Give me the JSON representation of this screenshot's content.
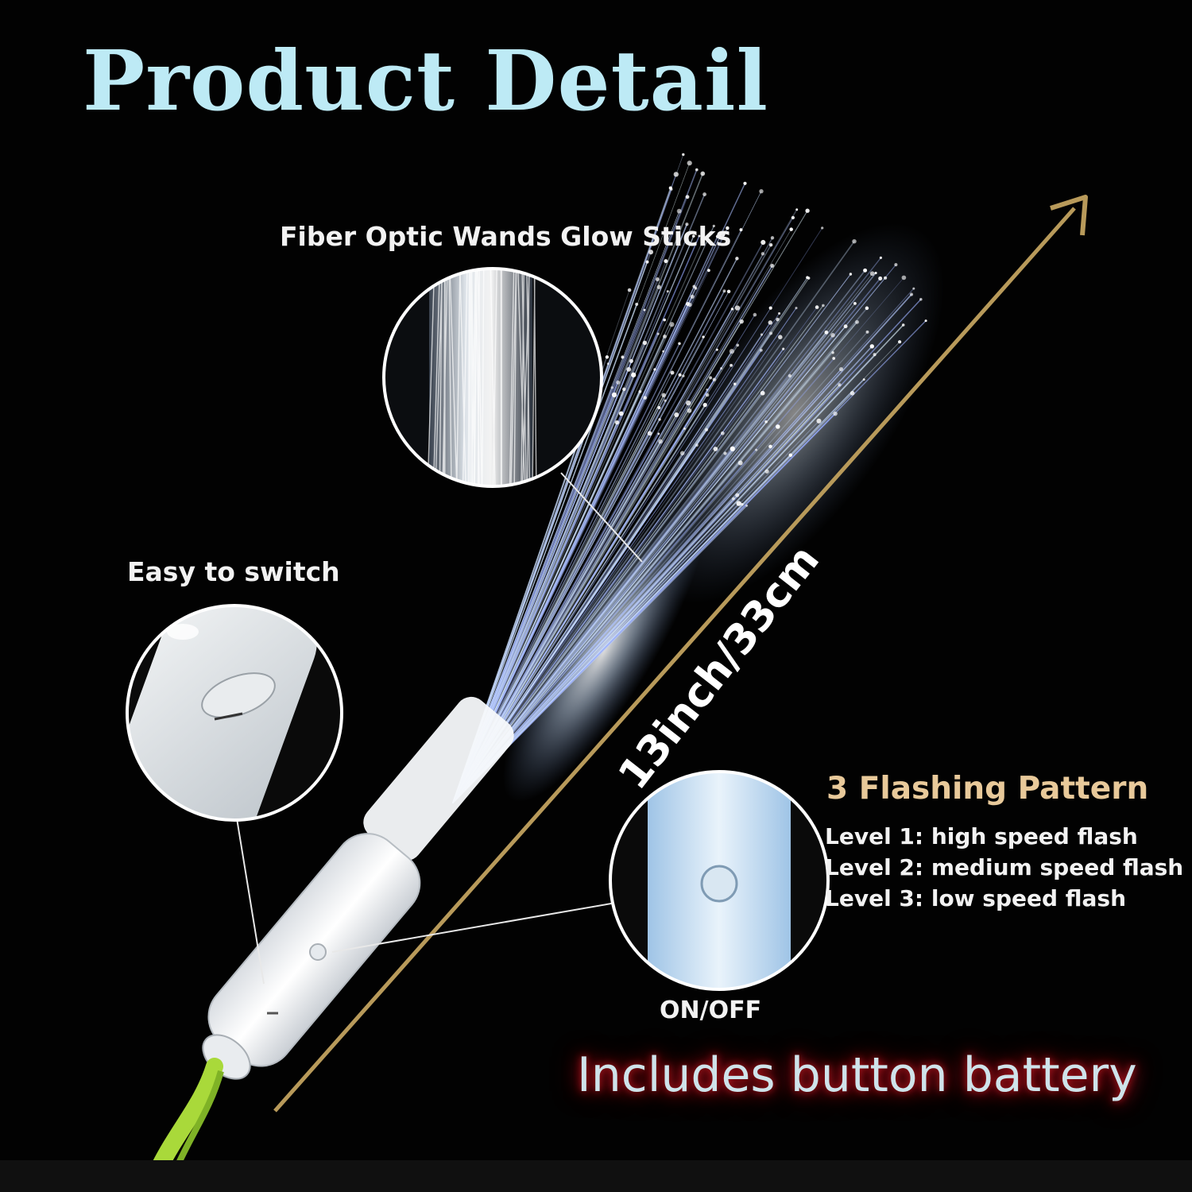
{
  "title": "Product Detail",
  "callouts": {
    "fiber": "Fiber Optic Wands Glow Sticks",
    "switch": "Easy to switch",
    "on_off": "ON/OFF"
  },
  "length_label": "13inch/33cm",
  "flashing": {
    "title": "3 Flashing Pattern",
    "levels": [
      "Level 1: high speed flash",
      "Level 2: medium speed flash",
      "Level 3: low speed flash"
    ]
  },
  "battery_note": "Includes button battery",
  "colors": {
    "background": "#020202",
    "title": "#bdeaf5",
    "flash_title": "#e8c99a",
    "arrow": "#b89a5a",
    "battery_glow": "#c0141e"
  }
}
